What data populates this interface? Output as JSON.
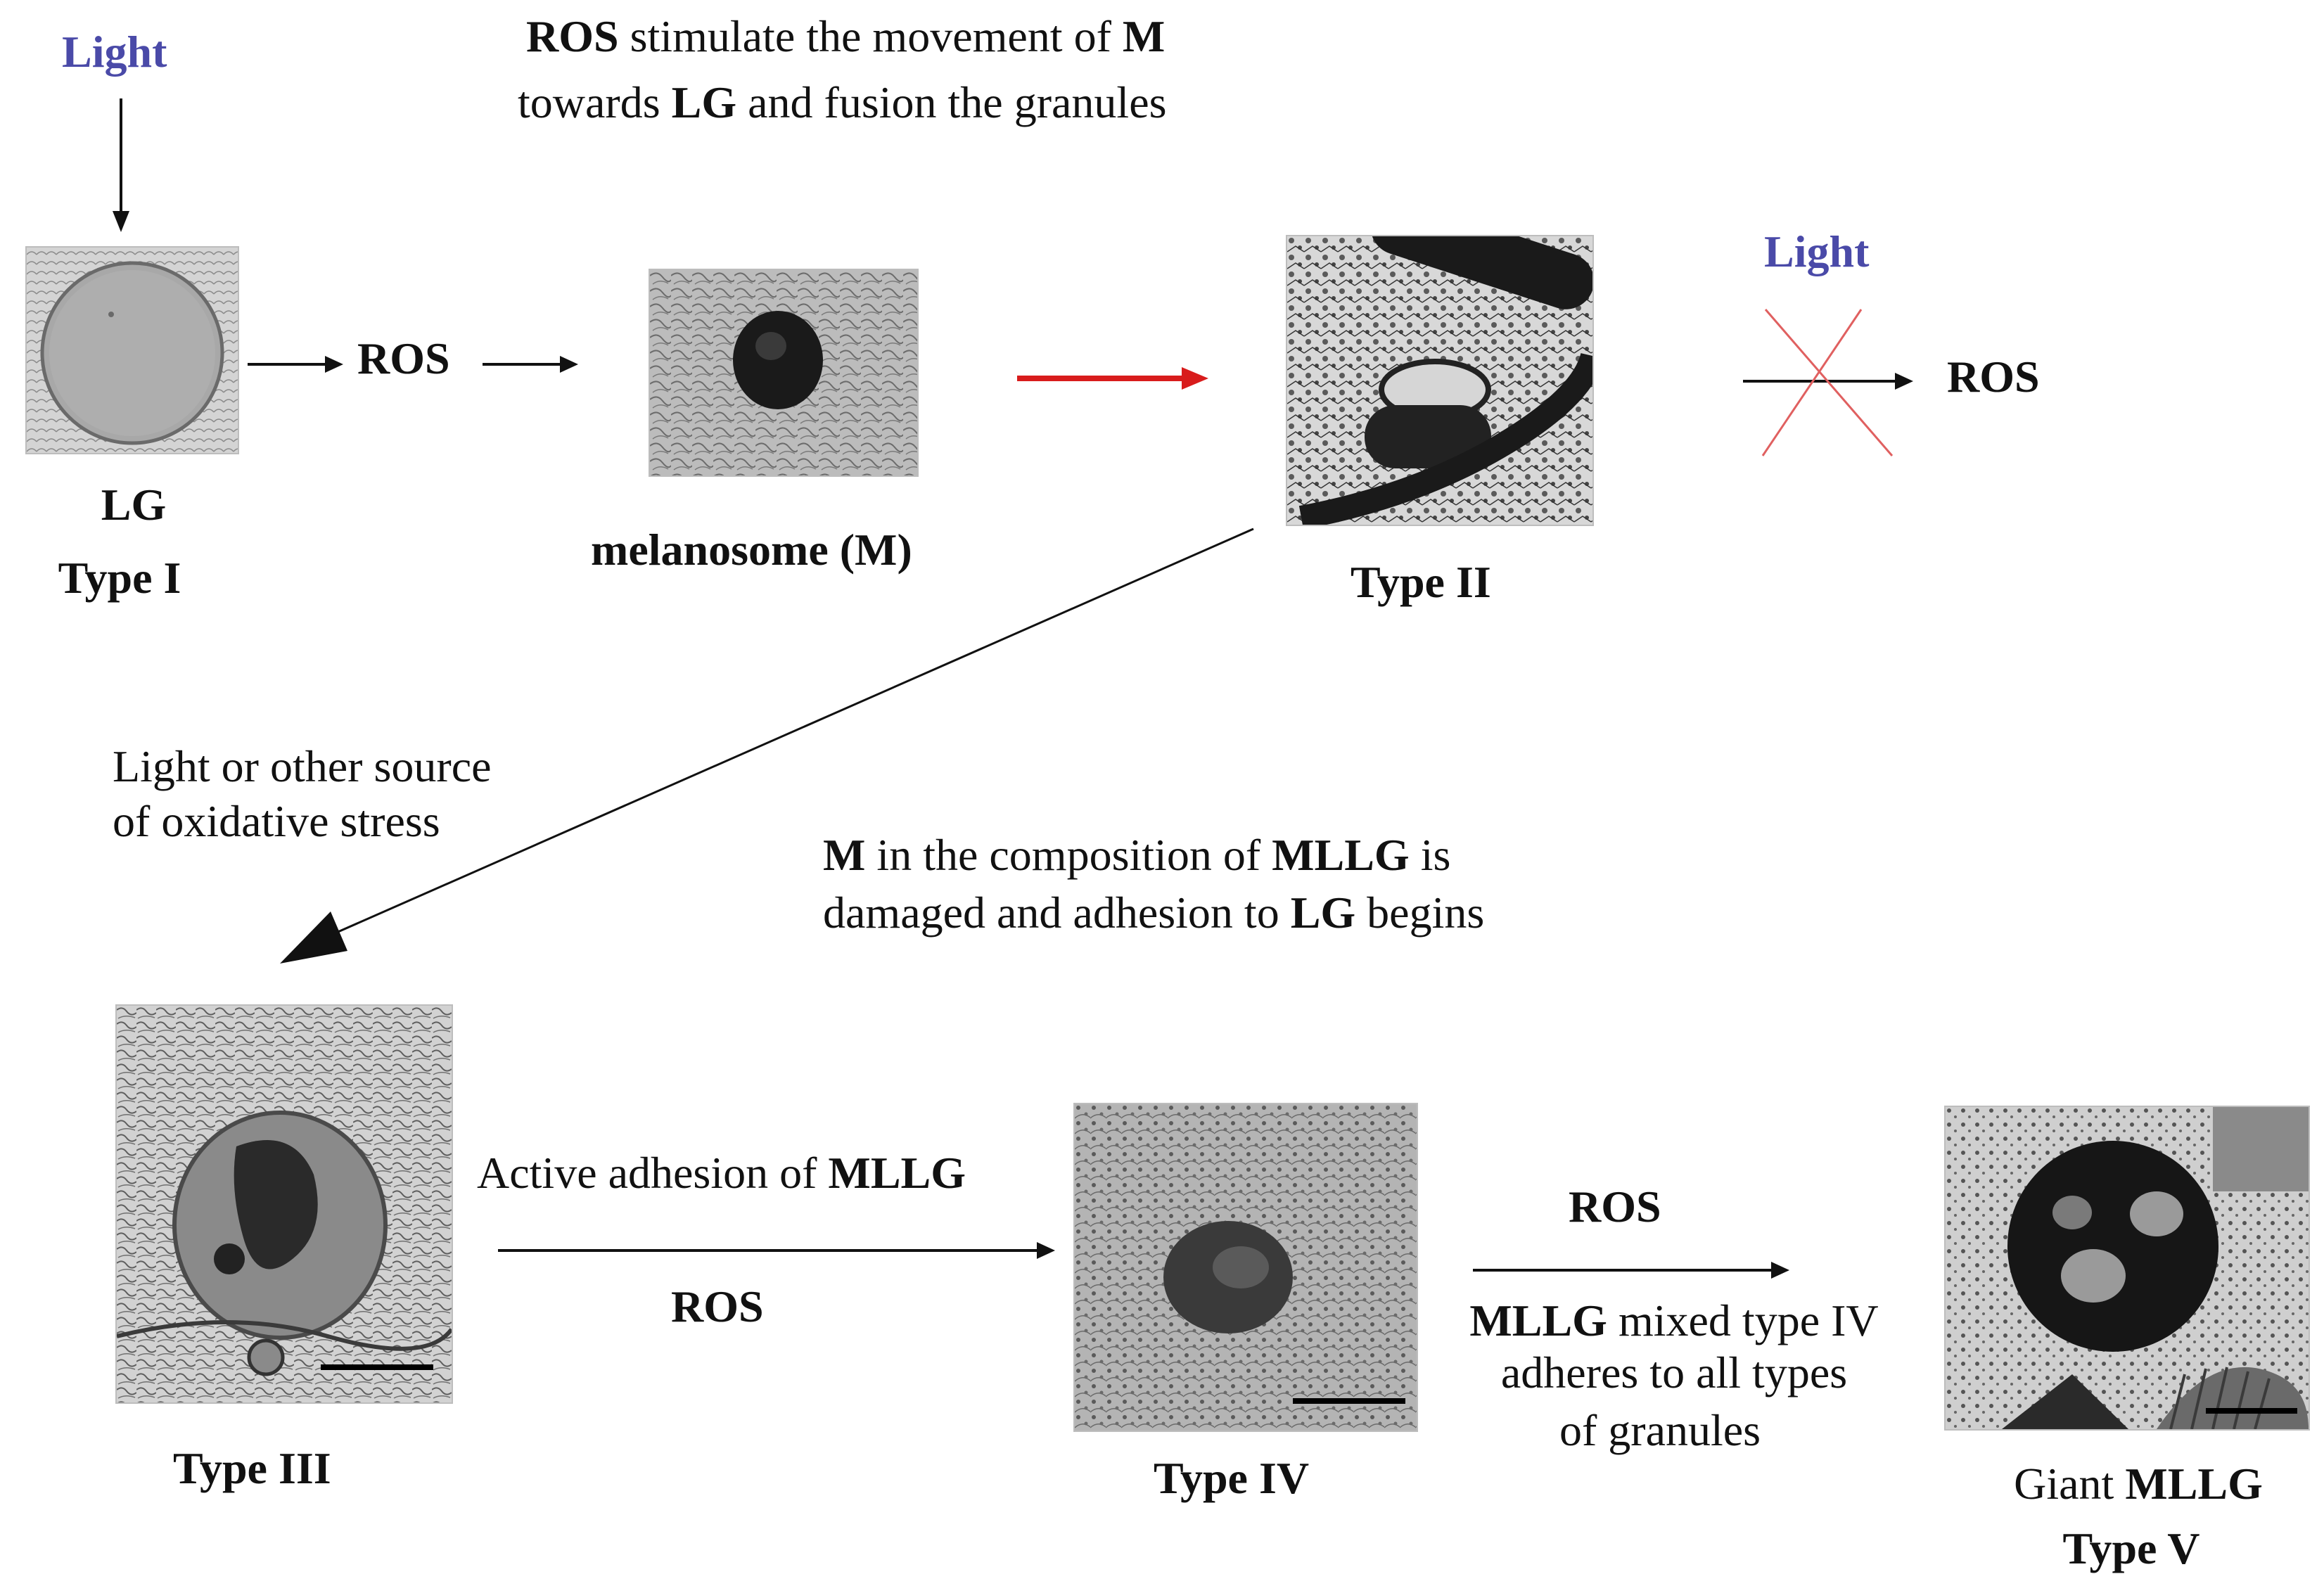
{
  "light_top": "Light",
  "light_right": "Light",
  "note_top": {
    "line1": {
      "w1": "ROS",
      "w2": " stimulate the movement of ",
      "w3": "M"
    },
    "line2": {
      "w1": "towards ",
      "w2": "LG",
      "w3": " and fusion the granules"
    }
  },
  "ros_top": "ROS",
  "ros_right": "ROS",
  "lg": {
    "line1": "LG",
    "line2": "Type I"
  },
  "melanosome": {
    "label": "melanosome (M)"
  },
  "type2": {
    "label": "Type II"
  },
  "note_left": {
    "line1": "Light or other source",
    "line2": "of oxidative stress"
  },
  "note_mid": {
    "line1": {
      "w1": "M",
      "w2": " in the composition of ",
      "w3": "MLLG",
      "w4": " is"
    },
    "line2": {
      "w1": "damaged and adhesion to ",
      "w2": "LG",
      "w3": " begins"
    }
  },
  "type3": {
    "label": "Type III"
  },
  "adhesion": {
    "w1": "Active adhesion of ",
    "w2": "MLLG"
  },
  "ros_bottom_left": "ROS",
  "type4": {
    "label": "Type IV"
  },
  "ros_bottom_right": "ROS",
  "mixed": {
    "line1_bold": "MLLG",
    "line1_rest": " mixed type IV",
    "line2": "adheres to all types",
    "line3": "of granules"
  },
  "type5": {
    "line1_a": "Giant ",
    "line1_b": "MLLG",
    "line2": "Type V"
  },
  "colors": {
    "light_text": "#4a4aa8",
    "red_arrow": "#d81c1c",
    "cross": "#e06060",
    "ink": "#111111"
  },
  "icons": [
    "arrow-right-icon",
    "arrow-down-icon",
    "cross-icon"
  ]
}
